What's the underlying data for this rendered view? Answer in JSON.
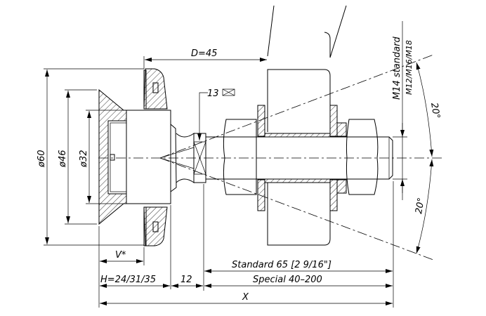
{
  "dimensions": {
    "d60": "ø60",
    "d46": "ø46",
    "d32": "ø32",
    "D": "D=45",
    "wrench": "13",
    "thread_main": "M14  standard",
    "thread_alt": "M12/M16/M18",
    "angle_top": "20°",
    "angle_bottom": "20°",
    "V": "V*",
    "H": "H=24/31/35",
    "gap": "12",
    "standard": "Standard  65  [2  9/16\"]",
    "special": "Special  40–200",
    "X": "X"
  },
  "colors": {
    "line": "#000000",
    "background": "#ffffff"
  }
}
